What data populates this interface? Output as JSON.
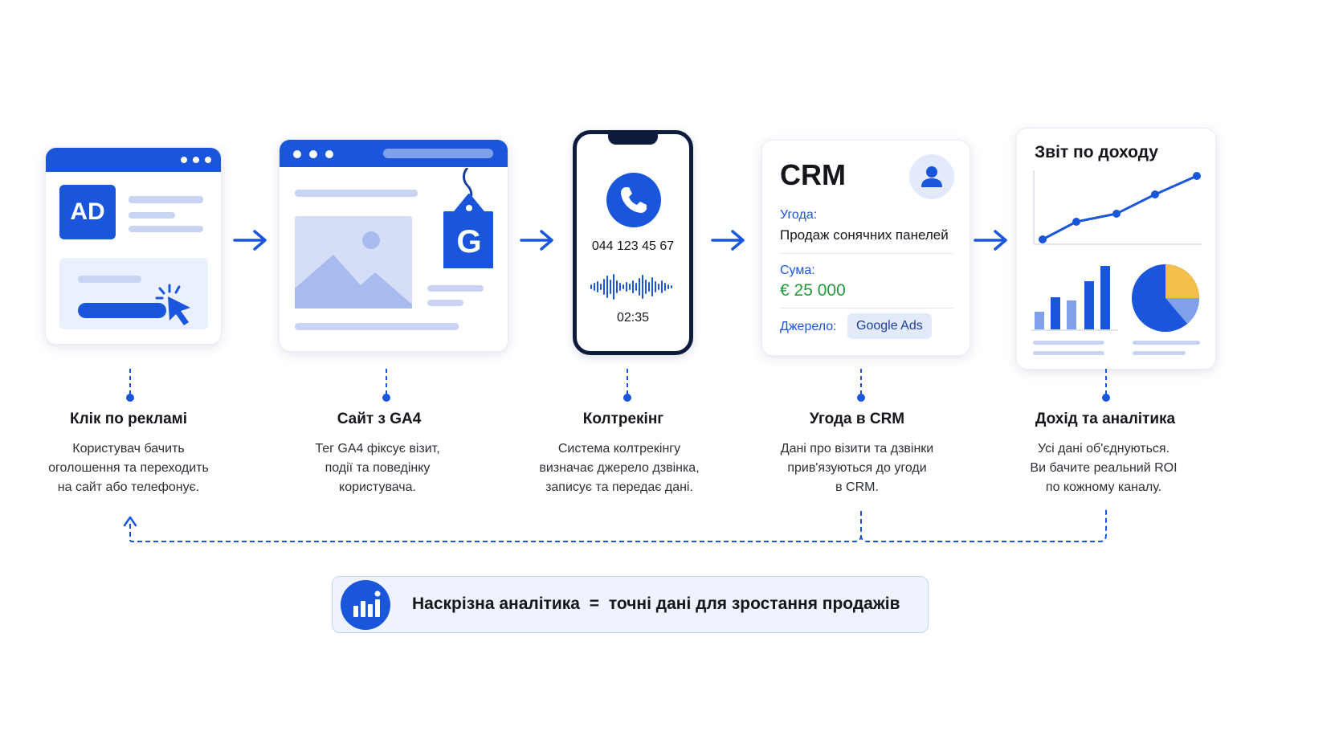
{
  "steps": [
    {
      "title": "Клік по рекламі",
      "desc": [
        "Користувач бачить",
        "оголошення та переходить",
        "на сайт або телефонує."
      ]
    },
    {
      "title": "Сайт з GA4",
      "desc": [
        "Тег GA4 фіксує візит,",
        "події та поведінку",
        "користувача."
      ]
    },
    {
      "title": "Колтрекінг",
      "desc": [
        "Система колтрекінгу",
        "визначає джерело дзвінка,",
        "записує та передає дані."
      ]
    },
    {
      "title": "Угода в CRM",
      "desc": [
        "Дані про візити та дзвінки",
        "прив'язуються до угоди",
        "в CRM."
      ]
    },
    {
      "title": "Дохід та аналітика",
      "desc": [
        "Усі дані об'єднуються.",
        "Ви бачите реальний ROI",
        "по кожному каналу."
      ]
    }
  ],
  "ad_card": {
    "badge": "AD",
    "icons": [
      "cursor-click-icon"
    ]
  },
  "ga4_card": {
    "tag_letter": "G",
    "icons": [
      "image-placeholder-icon",
      "price-tag-icon"
    ]
  },
  "phone": {
    "number": "044 123 45 67",
    "duration": "02:35",
    "icons": [
      "phone-handset-icon",
      "sound-wave-icon"
    ]
  },
  "crm": {
    "title": "CRM",
    "deal_label": "Угода:",
    "deal_value": "Продаж сонячних панелей",
    "sum_label": "Сума:",
    "sum_value": "€ 25 000",
    "source_label": "Джерело:",
    "source_value": "Google Ads",
    "icons": [
      "user-avatar-icon"
    ],
    "colors": {
      "sum": "#1f9d3a",
      "label": "#1a56db"
    }
  },
  "report": {
    "title": "Звіт по доходу",
    "icons": [
      "line-chart-icon",
      "bar-chart-icon",
      "pie-chart-icon"
    ]
  },
  "summary": {
    "left": "Наскрізна аналітика",
    "equals": "=",
    "right": "точні дані для зростання продажів",
    "icons": [
      "analytics-icon"
    ]
  },
  "colors": {
    "accent": "#1a56db",
    "light_accent": "#c9d4f3",
    "pale": "#eaf0fd",
    "yellow": "#f5c04a"
  }
}
